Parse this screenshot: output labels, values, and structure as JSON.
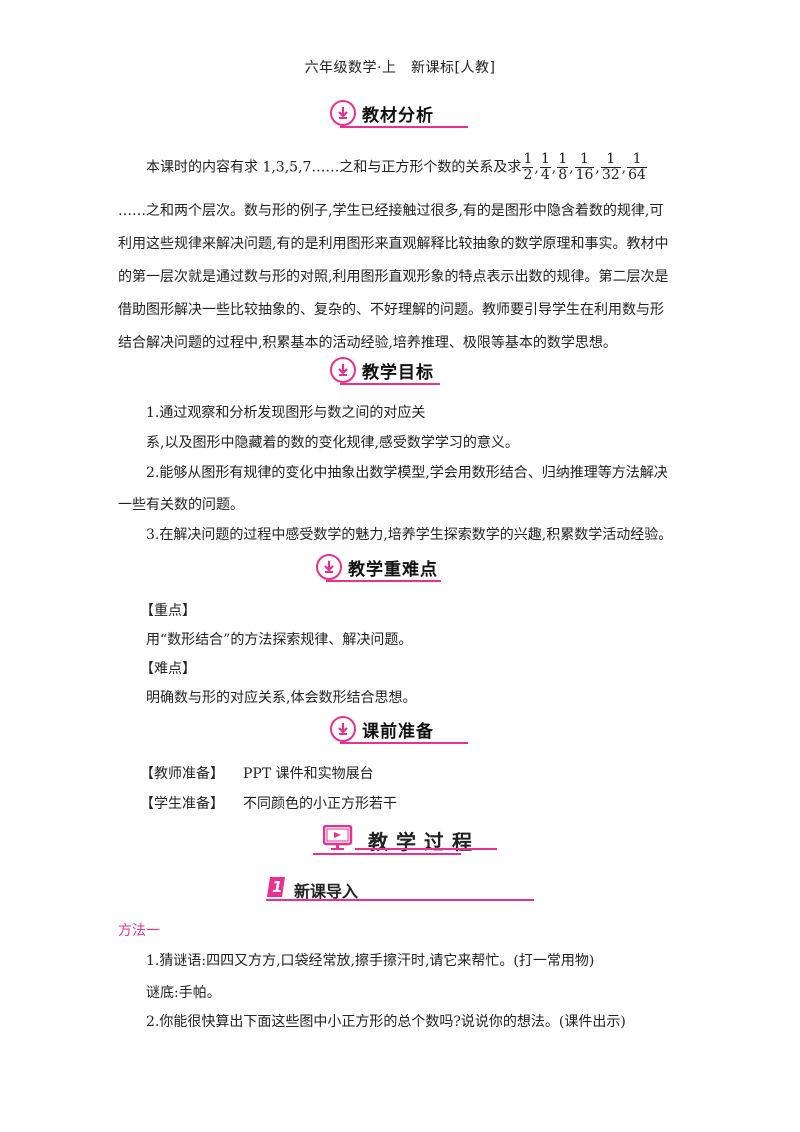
{
  "header": {
    "text": "六年级数学·上　新课标[人教]"
  },
  "sections": {
    "analysis": {
      "title": "教材分析"
    },
    "goals": {
      "title": "教学目标"
    },
    "keypoints": {
      "title": "教学重难点"
    },
    "prep": {
      "title": "课前准备"
    }
  },
  "analysis": {
    "line1_prefix": "本课时的内容有求 1,3,5,7……之和与正方形个数的关系及求",
    "fractions": [
      {
        "n": "1",
        "d": "2"
      },
      {
        "n": "1",
        "d": "4"
      },
      {
        "n": "1",
        "d": "8"
      },
      {
        "n": "1",
        "d": "16"
      },
      {
        "n": "1",
        "d": "32"
      },
      {
        "n": "1",
        "d": "64"
      }
    ],
    "lines": [
      "……之和两个层次。数与形的例子,学生已经接触过很多,有的是图形中隐含着数的规律,可",
      "利用这些规律来解决问题,有的是利用图形来直观解释比较抽象的数学原理和事实。教材中",
      "的第一层次就是通过数与形的对照,利用图形直观形象的特点表示出数的规律。第二层次是",
      "借助图形解决一些比较抽象的、复杂的、不好理解的问题。教师要引导学生在利用数与形",
      "结合解决问题的过程中,积累基本的活动经验,培养推理、极限等基本的数学思想。"
    ]
  },
  "goals": {
    "g1a": "1.通过观察和分析发现图形与数之间的对应关",
    "g1b": "系,以及图形中隐藏着的数的变化规律,感受数学学习的意义。",
    "g2a": "2.能够从图形有规律的变化中抽象出数学模型,学会用数形结合、归纳推理等方法解决",
    "g2b": "一些有关数的问题。",
    "g3": "3.在解决问题的过程中感受数学的魅力,培养学生探索数学的兴趣,积累数学活动经验。"
  },
  "keypoints": {
    "zd_label": "【重点】",
    "zd_text": "用“数形结合”的方法探索规律、解决问题。",
    "nd_label": "【难点】",
    "nd_text": "明确数与形的对应关系,体会数形结合思想。"
  },
  "prep": {
    "teacher_label": "【教师准备】",
    "teacher_text": "PPT 课件和实物展台",
    "student_label": "【学生准备】",
    "student_text": "不同颜色的小正方形若干"
  },
  "process": {
    "title": "教学过程"
  },
  "newlesson": {
    "num": "1",
    "title": "新课导入"
  },
  "method": {
    "label": "方法一"
  },
  "intro": {
    "q1": "1.猜谜语:四四又方方,口袋经常放,擦手擦汗时,请它来帮忙。(打一常用物)",
    "a1": "谜底:手帕。",
    "q2": "2.你能很快算出下面这些图中小正方形的总个数吗?说说你的想法。(课件出示)"
  },
  "colors": {
    "accent": "#e8318f"
  }
}
